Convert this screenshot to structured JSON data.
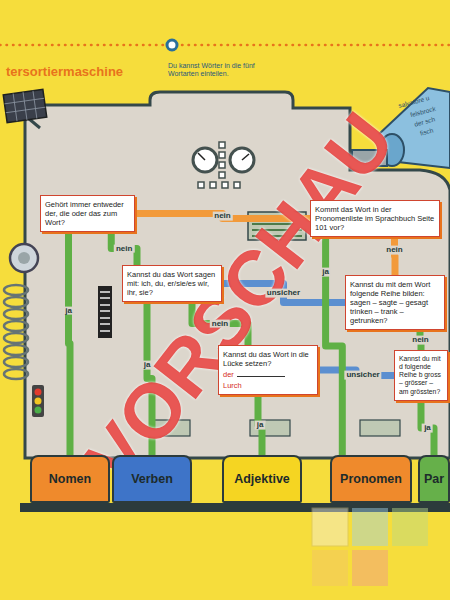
{
  "diagram": {
    "title": "tersortiermaschine",
    "nodes": [
      {
        "text": [
          "Gehört immer entweder der, die oder das zum Wort?"
        ]
      },
      {
        "text": [
          "Kommt das Wort in der Pronomenliste im Sprachbuch Seite 101 vor?"
        ]
      },
      {
        "text": [
          "Kannst du das Wort sagen mit: ich, du, er/sie/es wir, ihr, sie?"
        ]
      },
      {
        "text": [
          "Kannst du mit dem Wort folgende Reihe bilden: sagen – sagte – gesagt trinken – trank – getrunken?"
        ]
      },
      {
        "text": [
          "Kannst du das Wort in die Lücke setzen?",
          "der",
          "Lurch"
        ]
      },
      {
        "text": [
          "Kannst du mit d folgende Reihe b gross – grösser – am grössten?"
        ]
      },
      {
        "text": [
          "Nomen"
        ]
      },
      {
        "text": [
          "Verben"
        ]
      },
      {
        "text": [
          "Adjektive"
        ]
      },
      {
        "text": [
          "Pronomen"
        ]
      },
      {
        "text": [
          "Par"
        ]
      }
    ],
    "edges": [
      {
        "from": 0,
        "to": 1,
        "label": "nein",
        "arrow": "none"
      },
      {
        "from": 0,
        "to": 6,
        "label": "ja",
        "arrow": "none"
      },
      {
        "from": 0,
        "to": 2,
        "label": "nein",
        "arrow": "none"
      },
      {
        "from": 2,
        "to": 7,
        "label": "ja",
        "arrow": "none"
      },
      {
        "from": 2,
        "to": 3,
        "label": "unsicher",
        "arrow": "none"
      },
      {
        "from": 2,
        "to": 4,
        "label": "nein",
        "arrow": "none"
      },
      {
        "from": 4,
        "to": 8,
        "label": "ja",
        "arrow": "none"
      },
      {
        "from": 4,
        "to": 5,
        "label": "unsicher",
        "arrow": "none"
      },
      {
        "from": 1,
        "to": 9,
        "label": "ja",
        "arrow": "none"
      },
      {
        "from": 1,
        "to": 3,
        "label": "nein",
        "arrow": "none"
      },
      {
        "from": 3,
        "to": 5,
        "label": "nein",
        "arrow": "none"
      },
      {
        "from": 5,
        "to": 10,
        "label": "ja",
        "arrow": "none"
      }
    ],
    "labels": [
      "Du kannst Wörter in die fünf Wortarten einteilen.",
      "salvatore u",
      "felsbrock",
      "der sch",
      "fisch",
      "VORSCHAU"
    ]
  }
}
